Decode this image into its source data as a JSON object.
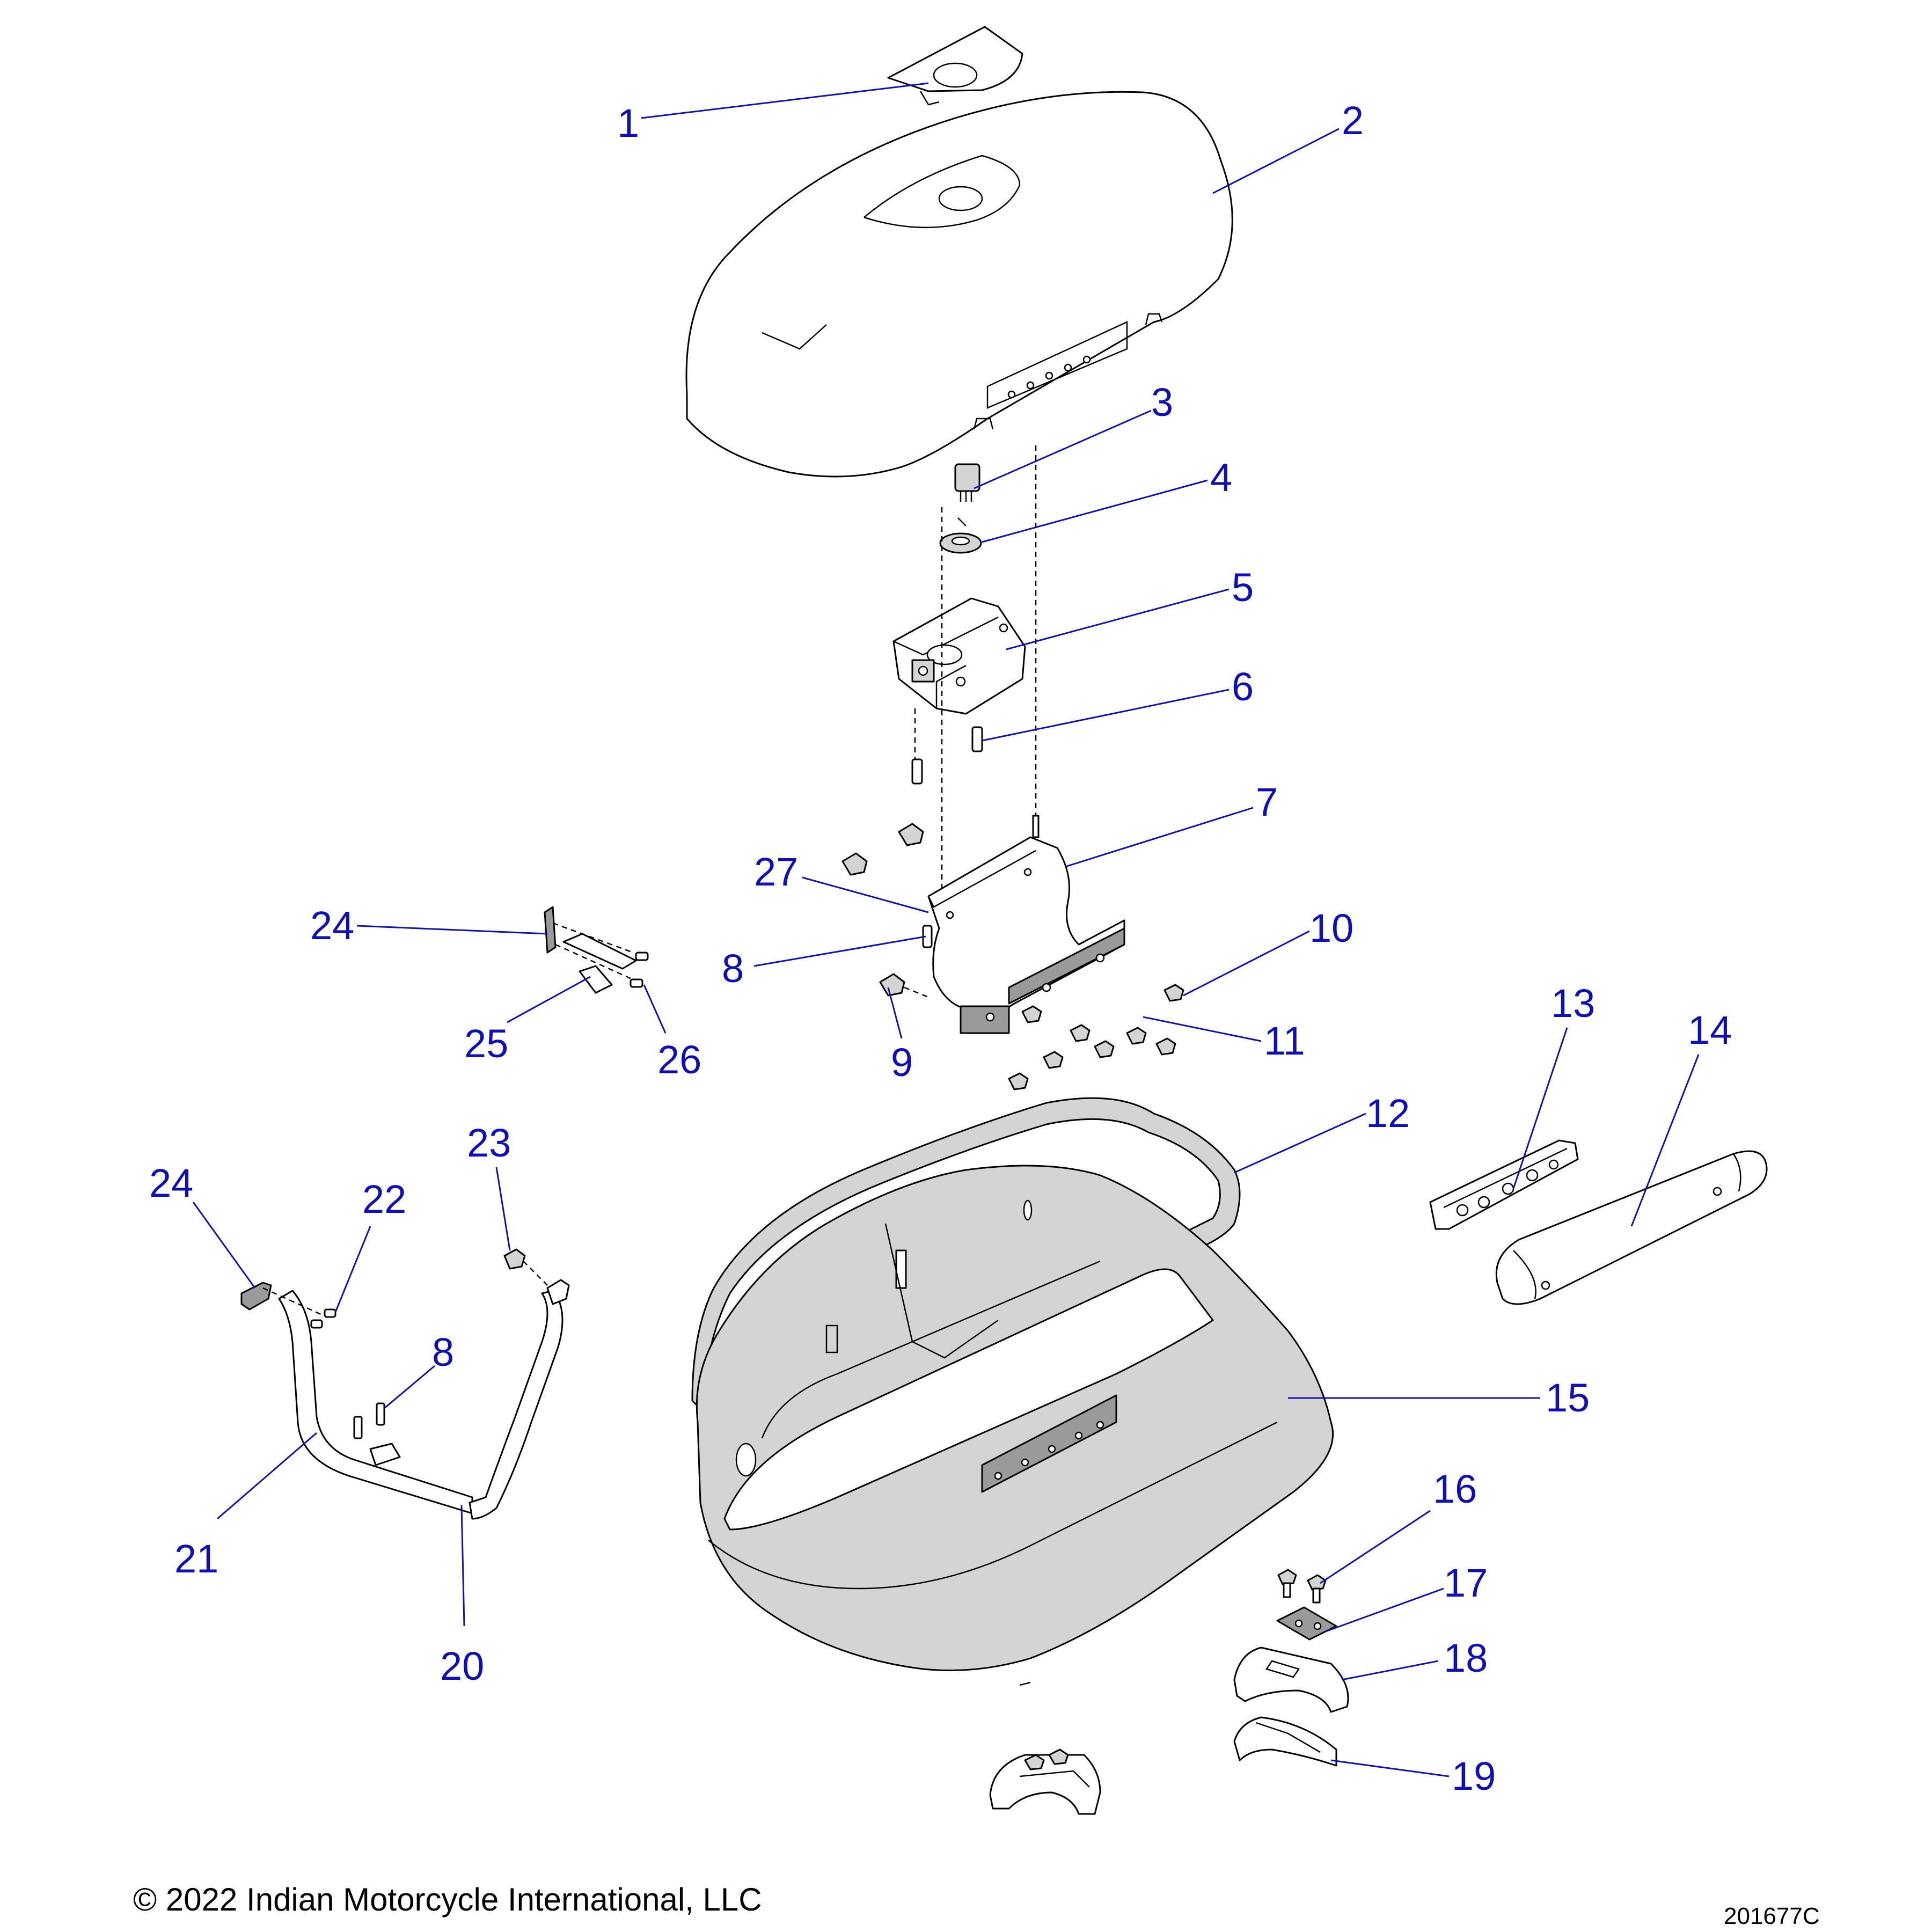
{
  "callouts": [
    {
      "id": "c1",
      "text": "1"
    },
    {
      "id": "c2",
      "text": "2"
    },
    {
      "id": "c3",
      "text": "3"
    },
    {
      "id": "c4",
      "text": "4"
    },
    {
      "id": "c5",
      "text": "5"
    },
    {
      "id": "c6",
      "text": "6"
    },
    {
      "id": "c7",
      "text": "7"
    },
    {
      "id": "c27",
      "text": "27"
    },
    {
      "id": "c8a",
      "text": "8"
    },
    {
      "id": "c9",
      "text": "9"
    },
    {
      "id": "c10",
      "text": "10"
    },
    {
      "id": "c11",
      "text": "11"
    },
    {
      "id": "c24a",
      "text": "24"
    },
    {
      "id": "c25",
      "text": "25"
    },
    {
      "id": "c26",
      "text": "26"
    },
    {
      "id": "c12",
      "text": "12"
    },
    {
      "id": "c13",
      "text": "13"
    },
    {
      "id": "c14",
      "text": "14"
    },
    {
      "id": "c15",
      "text": "15"
    },
    {
      "id": "c23",
      "text": "23"
    },
    {
      "id": "c24b",
      "text": "24"
    },
    {
      "id": "c22",
      "text": "22"
    },
    {
      "id": "c8b",
      "text": "8"
    },
    {
      "id": "c21",
      "text": "21"
    },
    {
      "id": "c20",
      "text": "20"
    },
    {
      "id": "c16",
      "text": "16"
    },
    {
      "id": "c17",
      "text": "17"
    },
    {
      "id": "c18",
      "text": "18"
    },
    {
      "id": "c19",
      "text": "19"
    }
  ],
  "footer": {
    "copyright": "© 2022 Indian Motorcycle International, LLC",
    "drawing_number": "201677C"
  },
  "colors": {
    "callout_text": "#1010b0",
    "leader_line": "#1414a0",
    "line_art": "#000000",
    "background": "#ffffff"
  }
}
